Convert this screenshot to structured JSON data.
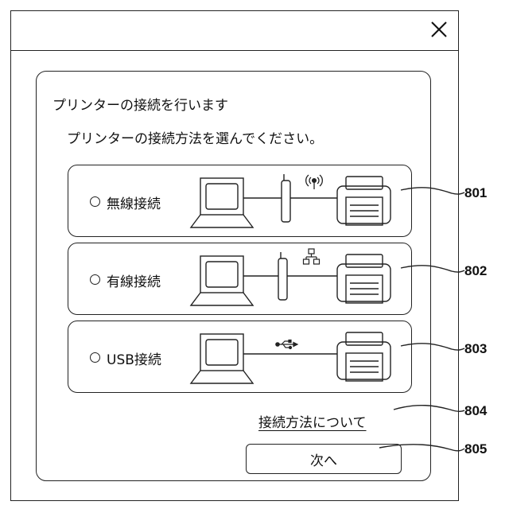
{
  "dialog": {
    "close_symbol": "×"
  },
  "panel": {
    "heading": "プリンターの接続を行います",
    "instruction": "プリンターの接続方法を選んでください。",
    "options": [
      {
        "label": "無線接続",
        "icon": "wireless-signal-icon"
      },
      {
        "label": "有線接続",
        "icon": "network-icon"
      },
      {
        "label": "USB接続",
        "icon": "usb-icon"
      }
    ],
    "about_link": "接続方法について",
    "next_button": "次へ"
  },
  "reference_numerals": [
    "801",
    "802",
    "803",
    "804",
    "805"
  ]
}
